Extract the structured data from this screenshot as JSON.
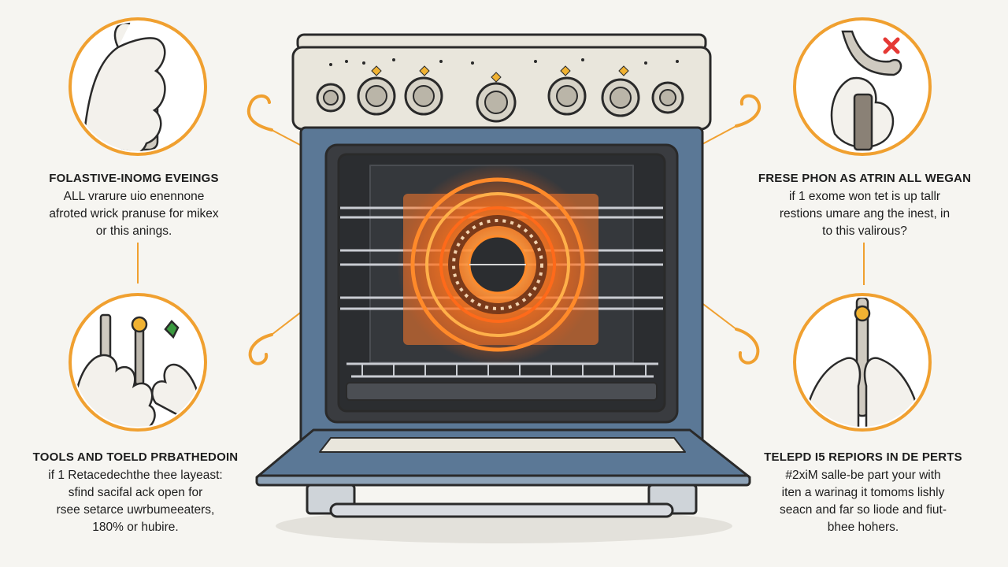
{
  "colors": {
    "background": "#f6f5f1",
    "accent_orange": "#f0a030",
    "oven_blue": "#5b7896",
    "oven_cream": "#e9e6dc",
    "oven_interior": "#2b2d30",
    "outline": "#2a2a2a",
    "glow": "#ff6a1a",
    "warning_red": "#e53935",
    "leaf_green": "#3a9a3f"
  },
  "icons": {
    "top_left": "hand-holding-bottle-icon",
    "top_right": "hand-holding-tongs-icon",
    "bottom_left": "hands-with-tools-icon",
    "bottom_right": "hands-with-thermometer-icon",
    "center": "heating-element-glow-icon",
    "knobs": "oven-knob-icon",
    "hooks": "orange-hook-connector-icon"
  },
  "blocks": {
    "top_left": {
      "title": "FOLASTIVE-INOMG EVEINGS",
      "lines": [
        "ALL vrarure uio enennone",
        "afroted wrick pranuse for mikex",
        "or this anings."
      ]
    },
    "bottom_left": {
      "title": "TOOLS AND TOELD PRBATHEDOIN",
      "lines": [
        "if 1 Retacedechthe thee layeast:",
        "sfind sacifal ack open for",
        "rsee setarce uwrbumeeaters,",
        "180% or hubire."
      ]
    },
    "top_right": {
      "title": "FRESE PHON AS ATRIN ALL WEGAN",
      "lines": [
        "if 1 exome won tet is up tallr",
        "restions umare ang the inest, in",
        "to this valirous?"
      ]
    },
    "bottom_right": {
      "title": "TELEPD I5 REPIORS IN DE PERTS",
      "lines": [
        "#2xiM salle-be part your with",
        "iten a warinag it tomoms lishly",
        "seacn and far so liode and fiut-",
        "bhee hohers."
      ]
    }
  }
}
